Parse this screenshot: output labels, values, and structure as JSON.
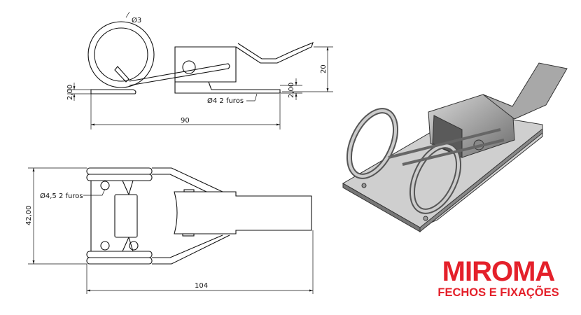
{
  "side_view": {
    "coil_diameter": "Ø3",
    "plate_thickness_left": "2,00",
    "plate_thickness_right": "2,00",
    "height": "20",
    "holes_note": "Ø4  2 furos",
    "length": "90"
  },
  "top_view": {
    "holes_note": "Ø4,5  2 furos",
    "width": "42,00",
    "length": "104"
  },
  "logo": {
    "name": "MIROMA",
    "tagline": "FECHOS E FIXAÇÕES",
    "color": "#e4202a"
  }
}
